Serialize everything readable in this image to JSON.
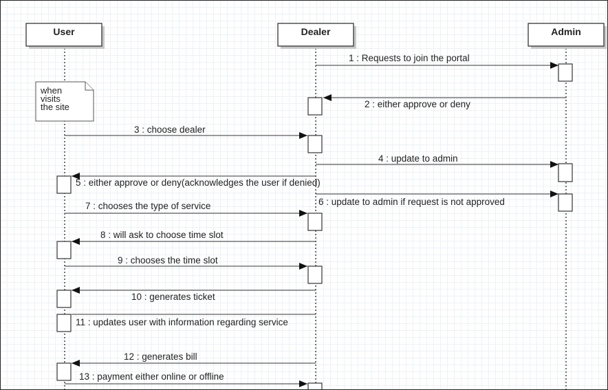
{
  "actors": [
    {
      "id": "user",
      "name": "User"
    },
    {
      "id": "dealer",
      "name": "Dealer"
    },
    {
      "id": "admin",
      "name": "Admin"
    }
  ],
  "note": {
    "lines": [
      "when",
      "visits",
      "the site"
    ]
  },
  "messages": [
    {
      "n": 1,
      "text": "1 : Requests to join the portal",
      "from": "dealer",
      "to": "admin"
    },
    {
      "n": 2,
      "text": "2 : either approve or deny",
      "from": "admin",
      "to": "dealer"
    },
    {
      "n": 3,
      "text": "3 : choose dealer",
      "from": "user",
      "to": "dealer"
    },
    {
      "n": 4,
      "text": "4 : update to admin",
      "from": "dealer",
      "to": "admin"
    },
    {
      "n": 5,
      "text": "5 : either approve or deny(acknowledges the user if denied)",
      "from": "dealer",
      "to": "user"
    },
    {
      "n": 6,
      "text": "6 : update to admin if request is not approved",
      "from": "dealer",
      "to": "admin"
    },
    {
      "n": 7,
      "text": "7 : chooses the type of service",
      "from": "user",
      "to": "dealer"
    },
    {
      "n": 8,
      "text": "8 : will ask to choose time slot",
      "from": "dealer",
      "to": "user"
    },
    {
      "n": 9,
      "text": "9 : chooses the time slot",
      "from": "user",
      "to": "dealer"
    },
    {
      "n": 10,
      "text": "10 : generates ticket",
      "from": "dealer",
      "to": "user"
    },
    {
      "n": 11,
      "text": "11 : updates user with information regarding service",
      "from": "dealer",
      "to": "user"
    },
    {
      "n": 12,
      "text": "12 : generates bill",
      "from": "dealer",
      "to": "user"
    },
    {
      "n": 13,
      "text": "13 : payment either online or offline",
      "from": "user",
      "to": "dealer"
    }
  ]
}
